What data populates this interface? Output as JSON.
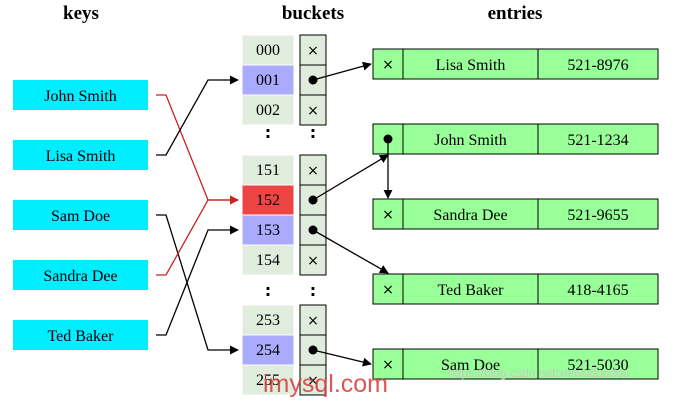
{
  "headers": {
    "keys": "keys",
    "buckets": "buckets",
    "entries": "entries"
  },
  "keys": [
    "John Smith",
    "Lisa Smith",
    "Sam Doe",
    "Sandra Dee",
    "Ted Baker"
  ],
  "buckets": [
    {
      "index": "000",
      "highlight": "none",
      "pointer": false
    },
    {
      "index": "001",
      "highlight": "blue",
      "pointer": true
    },
    {
      "index": "002",
      "highlight": "none",
      "pointer": false
    },
    {
      "index": "151",
      "highlight": "none",
      "pointer": false
    },
    {
      "index": "152",
      "highlight": "red",
      "pointer": true
    },
    {
      "index": "153",
      "highlight": "blue",
      "pointer": true
    },
    {
      "index": "154",
      "highlight": "none",
      "pointer": false
    },
    {
      "index": "253",
      "highlight": "none",
      "pointer": false
    },
    {
      "index": "254",
      "highlight": "blue",
      "pointer": true
    },
    {
      "index": "255",
      "highlight": "none",
      "pointer": false
    }
  ],
  "gap_symbol": ":",
  "null_symbol": "×",
  "entries": [
    {
      "name": "Lisa Smith",
      "phone": "521-8976",
      "next": "null"
    },
    {
      "name": "John Smith",
      "phone": "521-1234",
      "next": "Sandra Dee"
    },
    {
      "name": "Sandra Dee",
      "phone": "521-9655",
      "next": "null"
    },
    {
      "name": "Ted Baker",
      "phone": "418-4165",
      "next": "null"
    },
    {
      "name": "Sam Doe",
      "phone": "521-5030",
      "next": "null"
    }
  ],
  "key_to_bucket": [
    {
      "key": "John Smith",
      "bucket": "152",
      "color": "#cc2222"
    },
    {
      "key": "Lisa Smith",
      "bucket": "001",
      "color": "#000000"
    },
    {
      "key": "Sam Doe",
      "bucket": "254",
      "color": "#000000"
    },
    {
      "key": "Sandra Dee",
      "bucket": "152",
      "color": "#cc2222"
    },
    {
      "key": "Ted Baker",
      "bucket": "153",
      "color": "#000000"
    }
  ],
  "bucket_to_entry": [
    {
      "bucket": "001",
      "entry": "Lisa Smith"
    },
    {
      "bucket": "152",
      "entry": "John Smith"
    },
    {
      "bucket": "153",
      "entry": "Ted Baker"
    },
    {
      "bucket": "254",
      "entry": "Sam Doe"
    }
  ],
  "colors": {
    "key_fill": "#00eeff",
    "bucket_fill": "#e0ecdc",
    "bucket_blue": "#aaaaff",
    "bucket_red": "#ee4444",
    "entry_fill": "#99ff99",
    "collision_arrow": "#cc2222",
    "arrow": "#000000"
  },
  "watermark": {
    "main": "imysql.com",
    "url": "https://blog.csdn.net/xiewuduodou"
  }
}
